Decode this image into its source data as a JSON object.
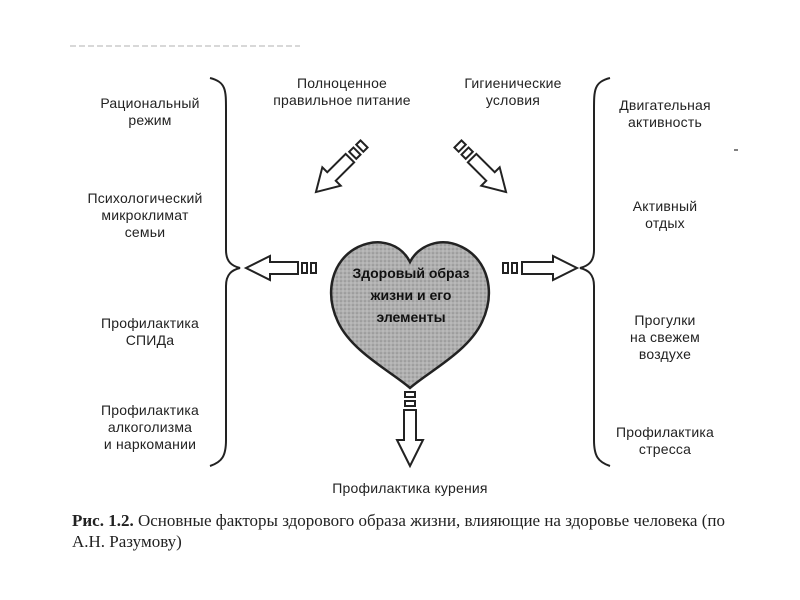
{
  "center": {
    "text": "Здоровый образ\nжизни и его\nэлементы"
  },
  "top": {
    "left_label": "Полноценное\nправильное питание",
    "right_label": "Гигиенические\nусловия"
  },
  "left_group": {
    "items": [
      "Рациональный\nрежим",
      "Психологический\nмикроклимат\nсемьи",
      "Профилактика\nСПИДа",
      "Профилактика\nалкоголизма\nи наркомании"
    ]
  },
  "right_group": {
    "items": [
      "Двигательная\nактивность",
      "Активный\nотдых",
      "Прогулки\nна свежем\nвоздухе",
      "Профилактика\nстресса"
    ]
  },
  "bottom": {
    "label": "Профилактика курения"
  },
  "caption": {
    "label": "Рис. 1.2.",
    "text": " Основные факторы здорового образа жизни, влияющие на здоровье человека (по А.Н. Разумову)"
  },
  "colors": {
    "ink": "#222222",
    "heart_fill": "#a9a9a9",
    "background": "#ffffff"
  }
}
